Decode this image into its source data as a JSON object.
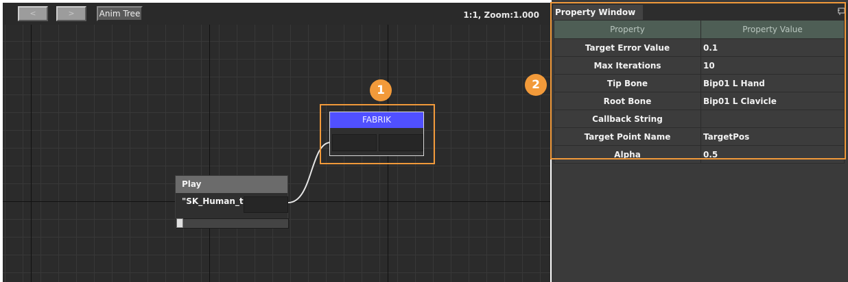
{
  "graph": {
    "toolbar": {
      "prev_label": "<",
      "next_label": ">",
      "anim_tree_label": "Anim Tree",
      "zoom_readout": "1:1, Zoom:1.000"
    },
    "nodes": {
      "play": {
        "title": "Play \"SK_Human_tpose\""
      },
      "fabrik": {
        "title": "FABRIK"
      }
    }
  },
  "property_window": {
    "tab_title": "Property Window",
    "columns": [
      "Property",
      "Property Value"
    ],
    "rows": [
      {
        "property": "Target Error Value",
        "value": "0.1"
      },
      {
        "property": "Max Iterations",
        "value": "10"
      },
      {
        "property": "Tip Bone",
        "value": "Bip01 L Hand"
      },
      {
        "property": "Root Bone",
        "value": "Bip01 L Clavicle"
      },
      {
        "property": "Callback String",
        "value": ""
      },
      {
        "property": "Target Point Name",
        "value": "TargetPos"
      },
      {
        "property": "Alpha",
        "value": "0.5"
      }
    ]
  },
  "annotations": {
    "badge_1": "1",
    "badge_2": "2",
    "color": "#f29a3a"
  },
  "colors": {
    "fabrik_header": "#5050ff",
    "table_header": "#4e5e55"
  }
}
